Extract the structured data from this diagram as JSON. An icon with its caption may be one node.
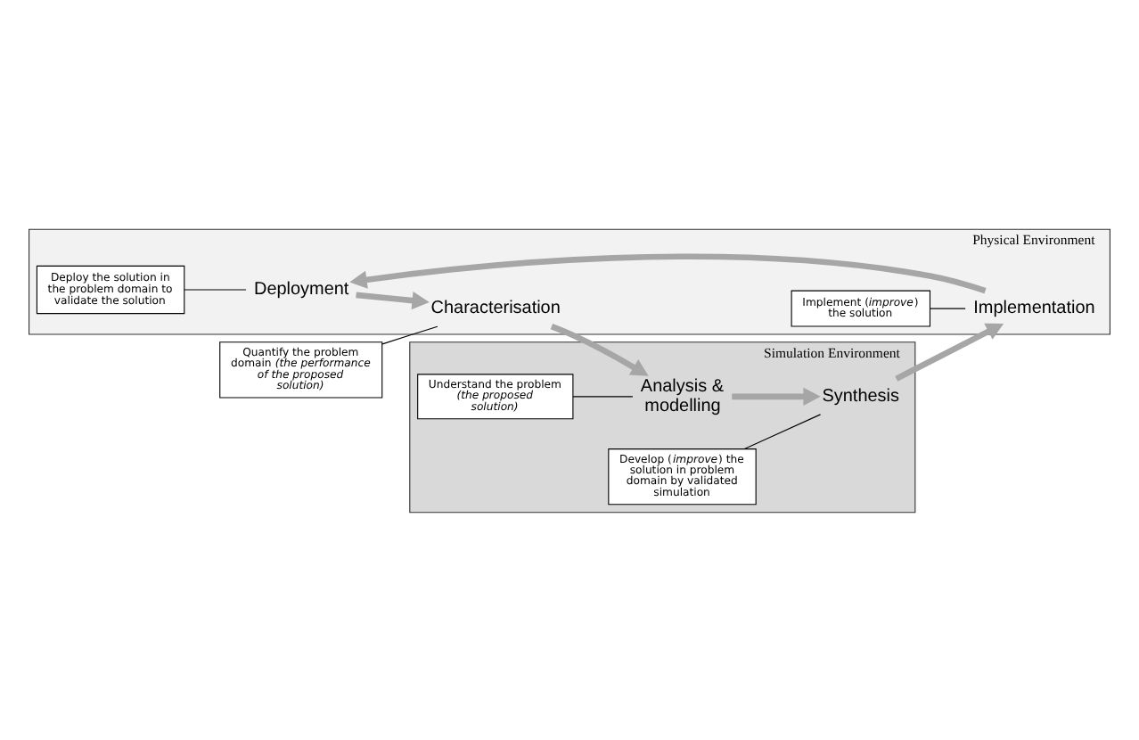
{
  "diagram": {
    "nodes": [
      {
        "text": [
          "Physical Environment"
        ]
      },
      {
        "text": [
          "Simulation Environment"
        ]
      },
      {
        "text": [
          "Deploy the solution in the problem domain to validate the solution"
        ],
        "in": 0
      },
      {
        "text": [
          "Characterisation"
        ],
        "in": 0
      },
      {
        "text": [
          "Quantify the problem domain *(the performance of the proposed solution)*"
        ]
      },
      {
        "text": [
          "Understand the problem *(the proposed solution)*"
        ],
        "in": 1
      },
      {
        "text": [
          "Analysis & modelling"
        ],
        "in": 1
      },
      {
        "text": [
          "Deployment"
        ],
        "in": 0
      },
      {
        "text": [
          "Synthesis"
        ],
        "in": 1
      },
      {
        "text": [
          "Implementation"
        ],
        "in": 0
      },
      {
        "text": [
          "Implement (*improve*) the solution"
        ],
        "in": 0
      },
      {
        "text": [
          "Develop (*improve*) the solution in problem domain by validated simulation"
        ],
        "in": 1
      }
    ],
    "edges": [
      {
        "from": 7,
        "to": 3,
        "arrow": "to",
        "style": "thick",
        "color": "#a6a6a6"
      },
      {
        "from": 3,
        "to": 6,
        "arrow": "to",
        "style": "thick",
        "color": "#a6a6a6"
      },
      {
        "from": 6,
        "to": 8,
        "arrow": "to",
        "style": "thick",
        "color": "#a6a6a6"
      },
      {
        "from": 8,
        "to": 9,
        "arrow": "to",
        "style": "thick",
        "color": "#a6a6a6"
      },
      {
        "from": 9,
        "to": 7,
        "arrow": "to",
        "style": "thick",
        "color": "#a6a6a6"
      },
      {
        "from": 2,
        "to": 7,
        "arrow": "none",
        "color": "#000000"
      },
      {
        "from": 4,
        "to": 3,
        "arrow": "none",
        "color": "#000000"
      },
      {
        "from": 5,
        "to": 6,
        "arrow": "none",
        "color": "#000000"
      },
      {
        "from": 11,
        "to": 8,
        "arrow": "none",
        "color": "#000000"
      },
      {
        "from": 10,
        "to": 9,
        "arrow": "none",
        "color": "#000000"
      }
    ]
  }
}
